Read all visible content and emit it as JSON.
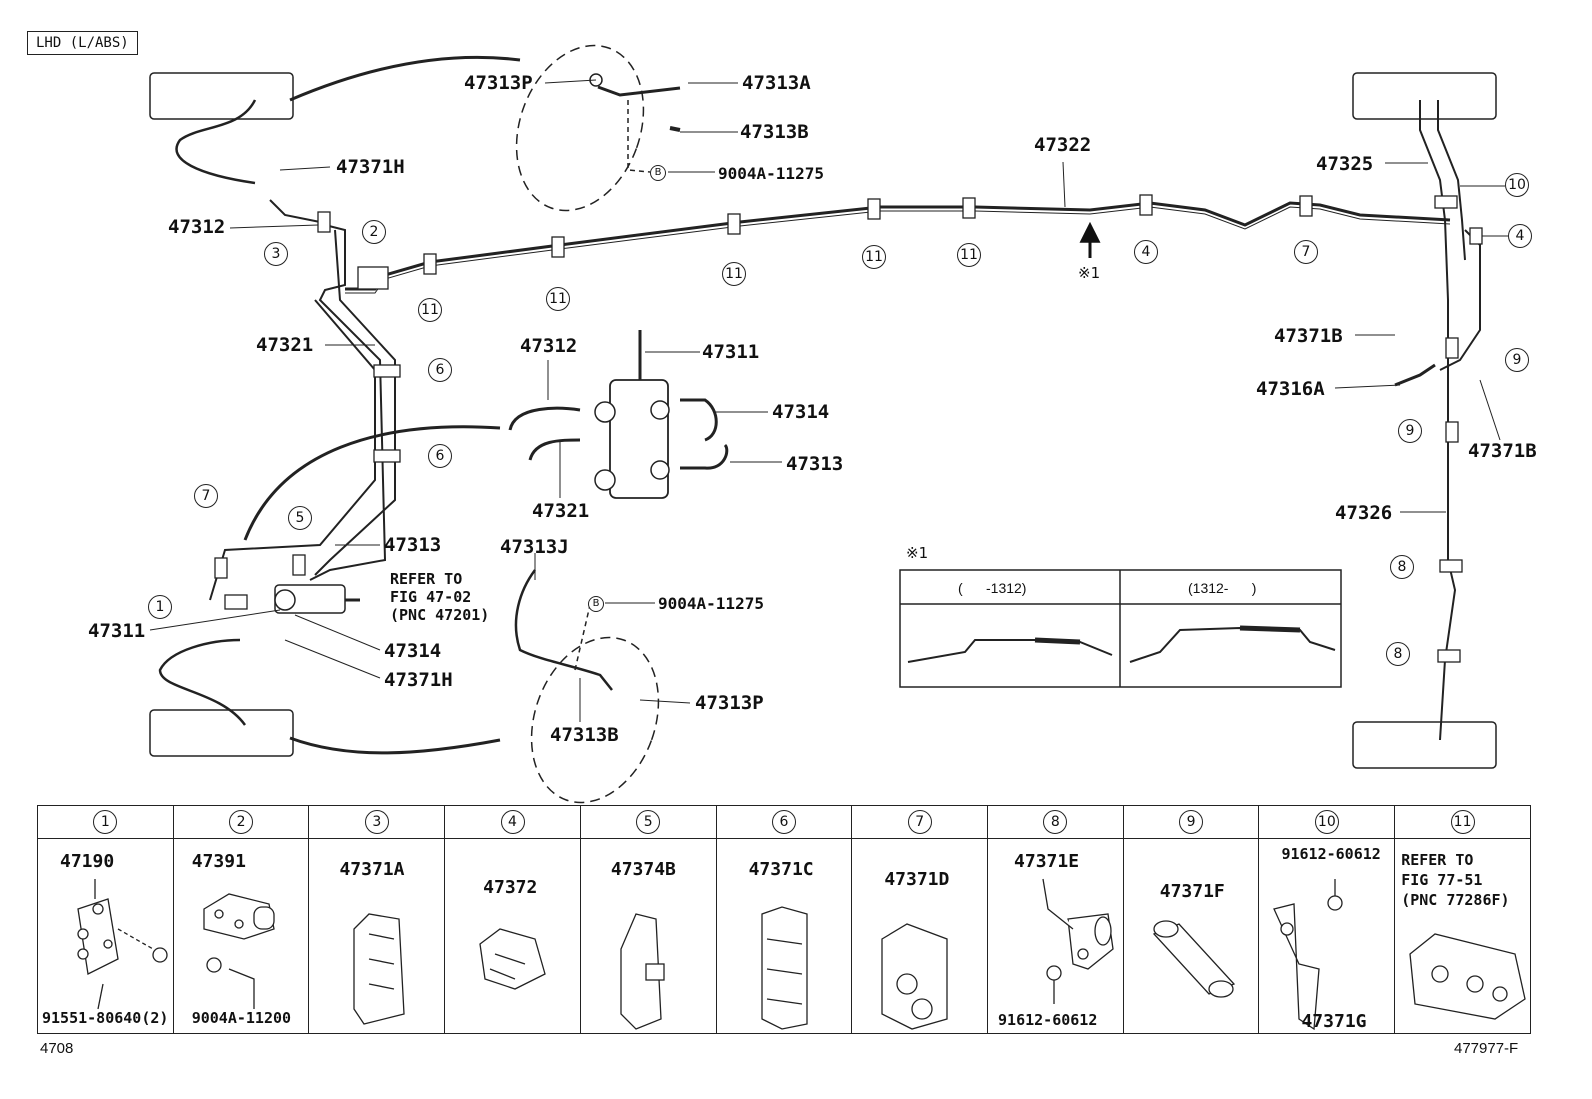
{
  "header": {
    "variant": "LHD (L/ABS)"
  },
  "parts": {
    "p47313P_top": "47313P",
    "p47313A": "47313A",
    "p47313B_top": "47313B",
    "p9004A_top": "9004A-11275",
    "p47371H_top": "47371H",
    "p47312_left": "47312",
    "p47322": "47322",
    "p47325": "47325",
    "p47321_left": "47321",
    "p47312_center": "47312",
    "p47311_center": "47311",
    "p47314_center": "47314",
    "p47313_center": "47313",
    "p47321_center": "47321",
    "p47313_left": "47313",
    "p47311_left": "47311",
    "p47314_left": "47314",
    "p47371H_bottom": "47371H",
    "p47313J": "47313J",
    "p9004A_bottom": "9004A-11275",
    "p47313P_bottom": "47313P",
    "p47313B_bottom": "47313B",
    "p47371B_upper": "47371B",
    "p47316A": "47316A",
    "p47371B_lower": "47371B",
    "p47326": "47326"
  },
  "refer": {
    "line1": "REFER TO",
    "line2": "FIG 47-02",
    "line3": "(PNC 47201)"
  },
  "note_mark": "※1",
  "inset": {
    "mark": "※1",
    "left_caption": "(      -1312)",
    "right_caption": "(1312-      )"
  },
  "callouts": {
    "c1": "1",
    "c2": "2",
    "c3": "3",
    "c4": "4",
    "c5": "5",
    "c6": "6",
    "c7": "7",
    "c8": "8",
    "c9": "9",
    "c10": "10",
    "c11": "11",
    "b": "B"
  },
  "legend": [
    {
      "num": "1",
      "part": "47190",
      "sub": "91551-80640(2)"
    },
    {
      "num": "2",
      "part": "47391",
      "sub": "9004A-11200"
    },
    {
      "num": "3",
      "part": "47371A"
    },
    {
      "num": "4",
      "part": "47372"
    },
    {
      "num": "5",
      "part": "47374B"
    },
    {
      "num": "6",
      "part": "47371C"
    },
    {
      "num": "7",
      "part": "47371D"
    },
    {
      "num": "8",
      "part": "47371E",
      "sub": "91612-60612"
    },
    {
      "num": "9",
      "part": "47371F"
    },
    {
      "num": "10",
      "part": "91612-60612",
      "sub": "47371G"
    },
    {
      "num": "11",
      "refer1": "REFER TO",
      "refer2": "FIG 77-51",
      "refer3": "(PNC 77286F)"
    }
  ],
  "footer": {
    "left": "4708",
    "right": "477977-F"
  }
}
